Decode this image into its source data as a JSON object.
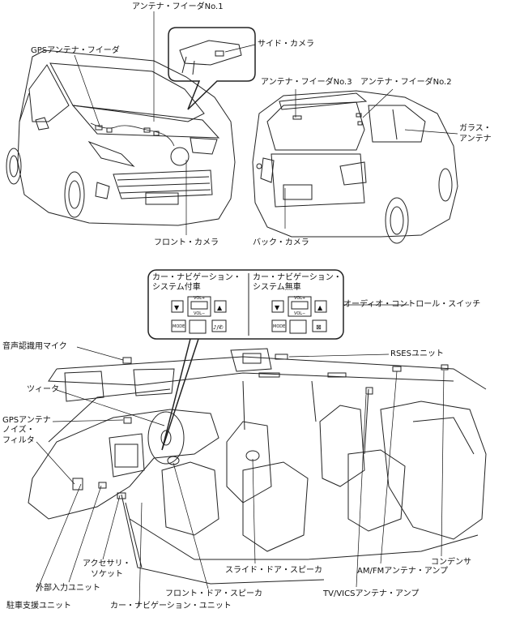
{
  "labels": {
    "antenna_feeder_1": "アンテナ・フイーダNo.1",
    "gps_antenna_feeder": "GPSアンテナ・フイーダ",
    "side_camera": "サイド・カメラ",
    "antenna_feeder_3": "アンテナ・フイーダNo.3",
    "antenna_feeder_2": "アンテナ・フイーダNo.2",
    "glass_antenna_1": "ガラス・",
    "glass_antenna_2": "アンテナ",
    "front_camera": "フロント・カメラ",
    "back_camera": "バック・カメラ",
    "with_nav_1": "カー・ナビゲーション・",
    "with_nav_2": "システム付車",
    "without_nav_1": "カー・ナビゲーション・",
    "without_nav_2": "システム無車",
    "audio_switch": "オーディオ・コントロール・スイッチ",
    "voice_mic": "音声認識用マイク",
    "rses_unit": "RSESユニット",
    "tweeter": "ツィータ",
    "gps_antenna": "GPSアンテナ",
    "noise_filter_1": "ノイズ・",
    "noise_filter_2": "フィルタ",
    "accessory_socket_1": "アクセサリ・",
    "accessory_socket_2": "ソケット",
    "external_input": "外部入力ユニット",
    "parking_assist": "駐車支援ユニット",
    "nav_unit": "カー・ナビゲーション・ユニット",
    "front_door_speaker": "フロント・ドア・スピーカ",
    "slide_door_speaker": "スライド・ドア・スピーカ",
    "tv_vics_amp": "TV/VICSアンテナ・アンプ",
    "am_fm_amp": "AM/FMアンテナ・アンプ",
    "condenser": "コンデンサ"
  },
  "switch_panel": {
    "vol_up": "VOL+",
    "vol_down": "VOL−",
    "mode": "MODE",
    "up_arrow": "▲",
    "down_arrow": "▼",
    "talk_glyph": "♪/✆",
    "mute_glyph": "⊠"
  }
}
